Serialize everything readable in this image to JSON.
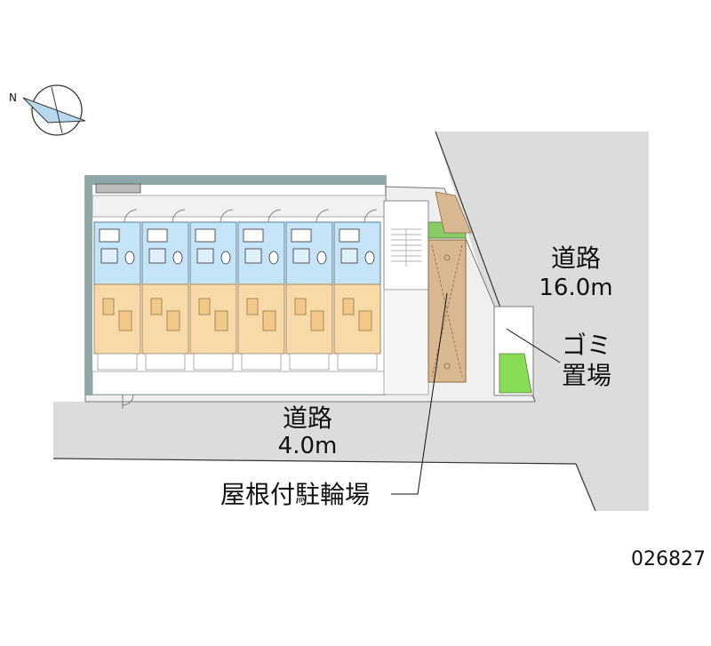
{
  "labels": {
    "road_main_name": "道路",
    "road_main_width": "16.0m",
    "road_front_name": "道路",
    "road_front_width": "4.0m",
    "garbage_line1": "ゴミ",
    "garbage_line2": "置場",
    "bicycle_parking": "屋根付駐輪場",
    "property_code": "026827"
  },
  "compass": {
    "direction": "N",
    "icon": "north-arrow-icon"
  },
  "rooms": {
    "count": 6
  },
  "colors": {
    "road": "#dcdcdc",
    "site": "#efefef",
    "room_living": "#f8d9a8",
    "room_wet": "#c6e4f7",
    "wall": "#8ea8a8",
    "bicycle_roof": "#d8b890",
    "garbage_green": "#88dd55"
  }
}
